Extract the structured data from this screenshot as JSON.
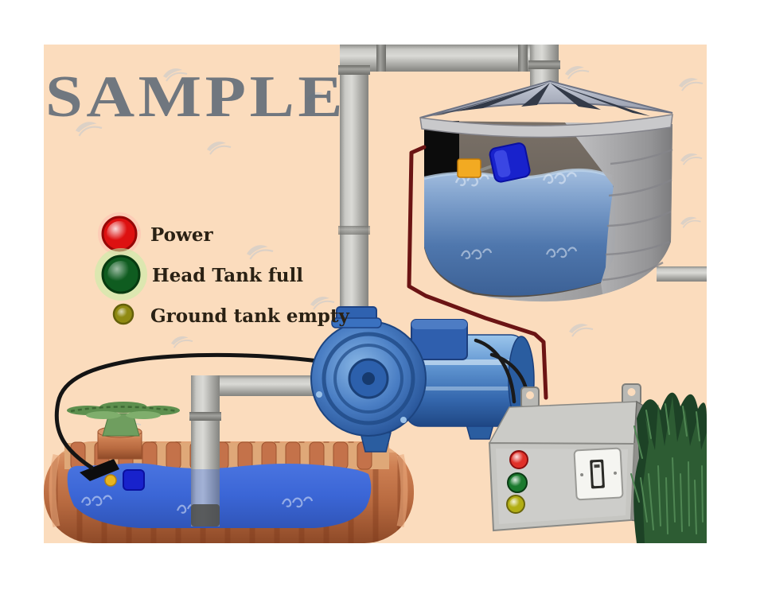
{
  "watermark": {
    "text": "SAMPLE",
    "color": "#5d6977"
  },
  "legend": {
    "text_color": "#2a2114",
    "items": [
      {
        "id": "power",
        "label": "Power",
        "color": "#dd1111",
        "ring": "#960707",
        "glow": "#ffb9ae"
      },
      {
        "id": "head-tank-full",
        "label": "Head Tank full",
        "color": "#0f5c20",
        "ring": "#073a10",
        "glow": "#c8efa6"
      },
      {
        "id": "ground-tank-empty",
        "label": "Ground tank empty",
        "color": "#8f8a12",
        "ring": "#64600a",
        "glow": ""
      }
    ]
  },
  "control_box": {
    "lights": [
      {
        "id": "power-indicator",
        "color": "#e03028"
      },
      {
        "id": "head-tank-full-indicator",
        "color": "#1b7a2e"
      },
      {
        "id": "ground-tank-empty-indicator",
        "color": "#b2ae14"
      }
    ]
  },
  "colors": {
    "page_background": "#ffffff",
    "scene_background": "#fbdcbd",
    "pipe_gray": "#c2c2be",
    "head_tank_gray": "#a5a5a7",
    "head_tank_water": "#5b82ba",
    "ground_tank_copper": "#c4724a",
    "ground_tank_water": "#3b66d6",
    "pump_blue": "#3a74ba",
    "float_switch_blue": "#1822cc",
    "sensor_yellow": "#f2aa22",
    "wire_red": "#6b1414",
    "cable_black": "#141414",
    "bush_green": "#2d5c33",
    "control_box_gray": "#c6c6c2"
  }
}
